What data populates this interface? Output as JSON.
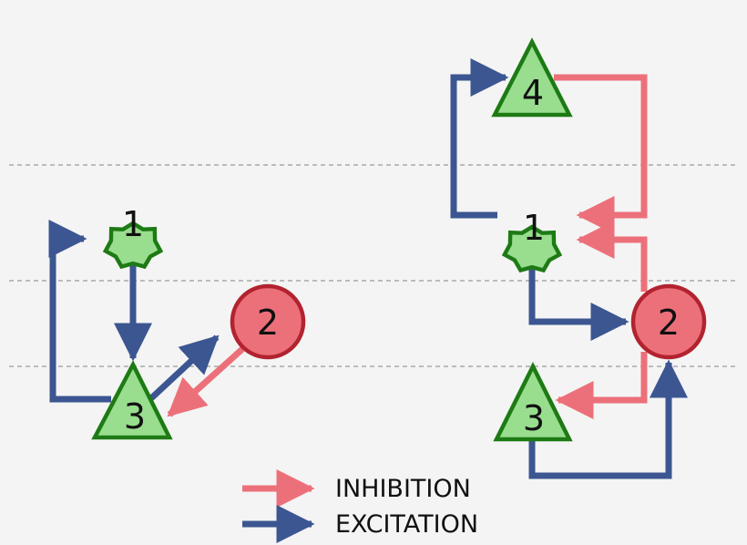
{
  "colors": {
    "background": "#f4f4f4",
    "excitation": "#3b5691",
    "inhibition": "#ec707a",
    "neuron_excitatory_fill": "#99dd8f",
    "neuron_excitatory_stroke": "#1d7a14",
    "neuron_inhibitory_fill": "#ec707a",
    "neuron_inhibitory_stroke": "#b2232f",
    "guide_line": "#999999"
  },
  "left_circuit": {
    "nodes": [
      {
        "id": "1",
        "label": "1",
        "shape": "star",
        "kind": "excitatory"
      },
      {
        "id": "2",
        "label": "2",
        "shape": "circle",
        "kind": "inhibitory"
      },
      {
        "id": "3",
        "label": "3",
        "shape": "triangle",
        "kind": "excitatory"
      }
    ],
    "connections": [
      {
        "from": "1",
        "to": "3",
        "type": "excitation"
      },
      {
        "from": "3",
        "to": "1",
        "type": "excitation"
      },
      {
        "from": "3",
        "to": "2",
        "type": "excitation"
      },
      {
        "from": "2",
        "to": "3",
        "type": "inhibition"
      }
    ]
  },
  "right_circuit": {
    "nodes": [
      {
        "id": "4",
        "label": "4",
        "shape": "triangle",
        "kind": "excitatory"
      },
      {
        "id": "1",
        "label": "1",
        "shape": "star",
        "kind": "excitatory"
      },
      {
        "id": "2",
        "label": "2",
        "shape": "circle",
        "kind": "inhibitory"
      },
      {
        "id": "3",
        "label": "3",
        "shape": "triangle",
        "kind": "excitatory"
      }
    ],
    "connections": [
      {
        "from": "1",
        "to": "4",
        "type": "excitation"
      },
      {
        "from": "4",
        "to": "1",
        "type": "inhibition"
      },
      {
        "from": "2",
        "to": "1",
        "type": "inhibition"
      },
      {
        "from": "1",
        "to": "2",
        "type": "excitation"
      },
      {
        "from": "2",
        "to": "3",
        "type": "inhibition"
      },
      {
        "from": "3",
        "to": "2",
        "type": "excitation"
      }
    ]
  },
  "legend": {
    "inhibition_label": "INHIBITION",
    "excitation_label": "EXCITATION"
  }
}
